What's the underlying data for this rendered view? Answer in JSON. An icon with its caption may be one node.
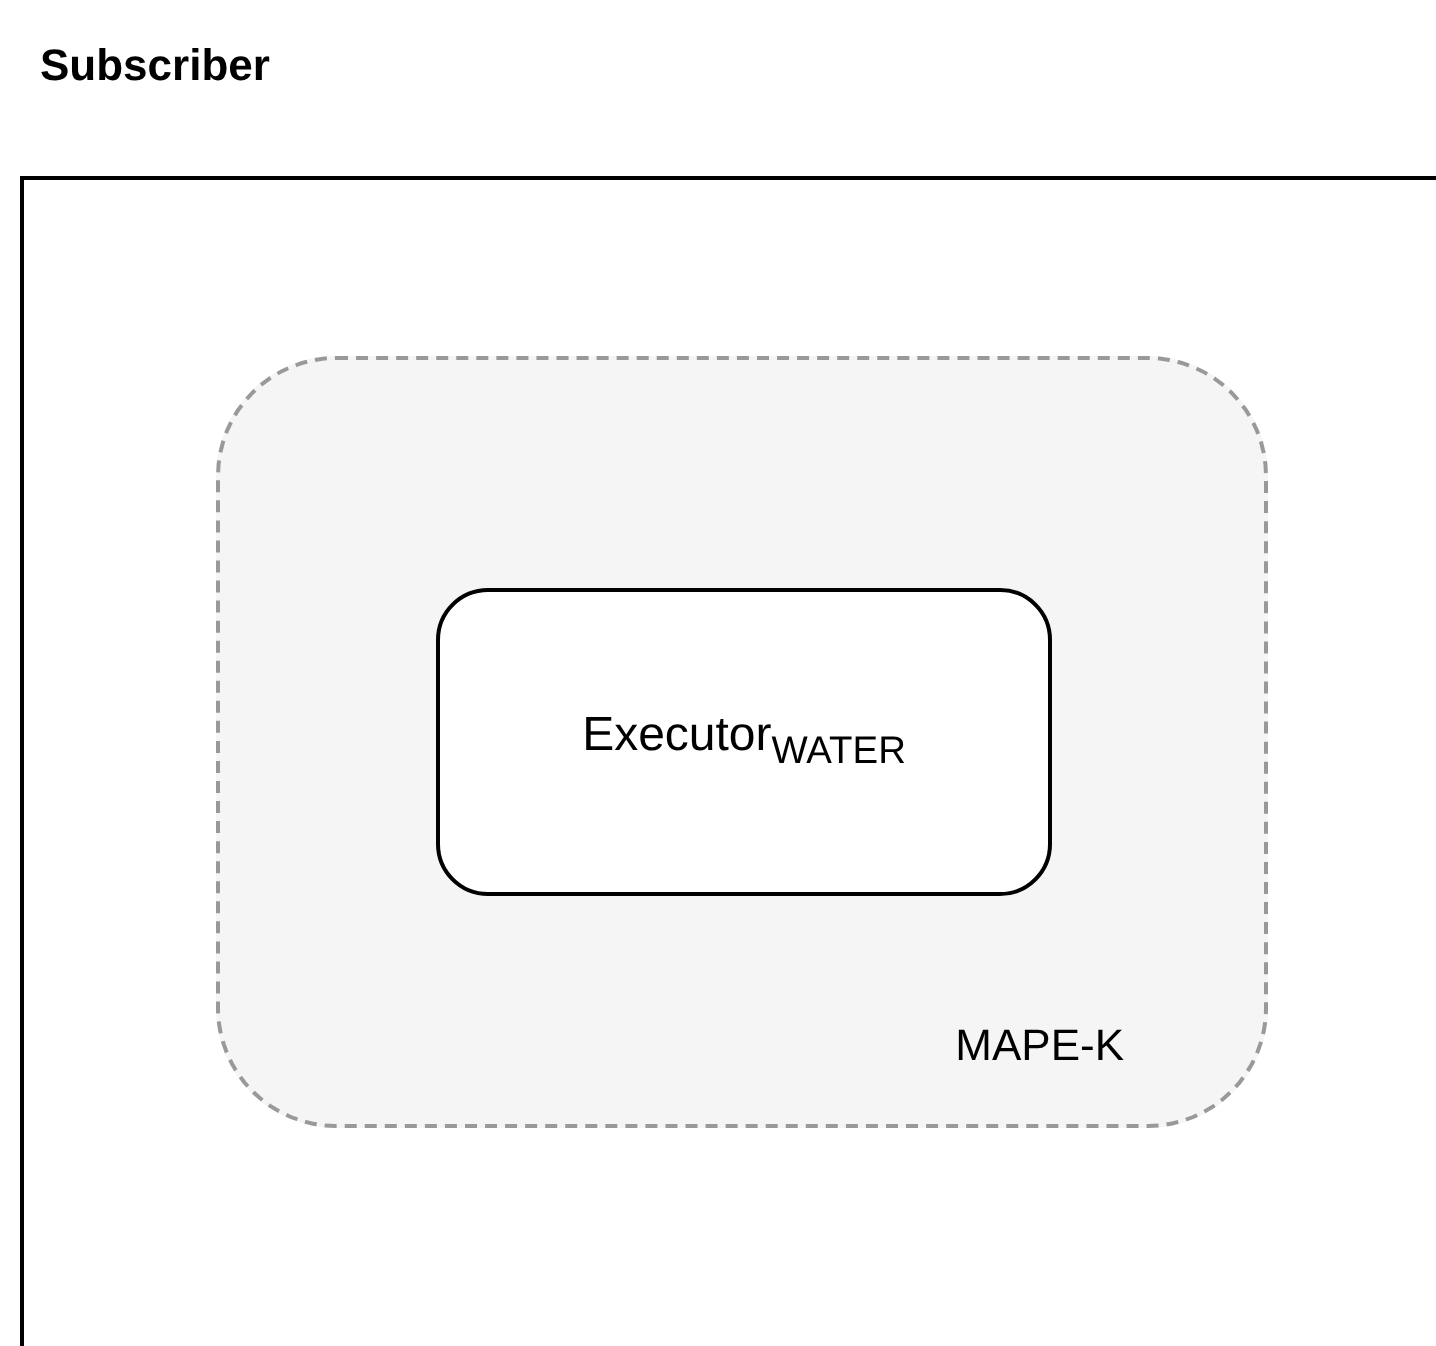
{
  "diagram": {
    "nodes": [
      {
        "text": [
          "Subscriber"
        ]
      },
      {
        "text": [
          "MAPE-K"
        ],
        "in": 0
      },
      {
        "text": [
          "Executor$_{WATER}$"
        ],
        "in": 1
      }
    ]
  }
}
